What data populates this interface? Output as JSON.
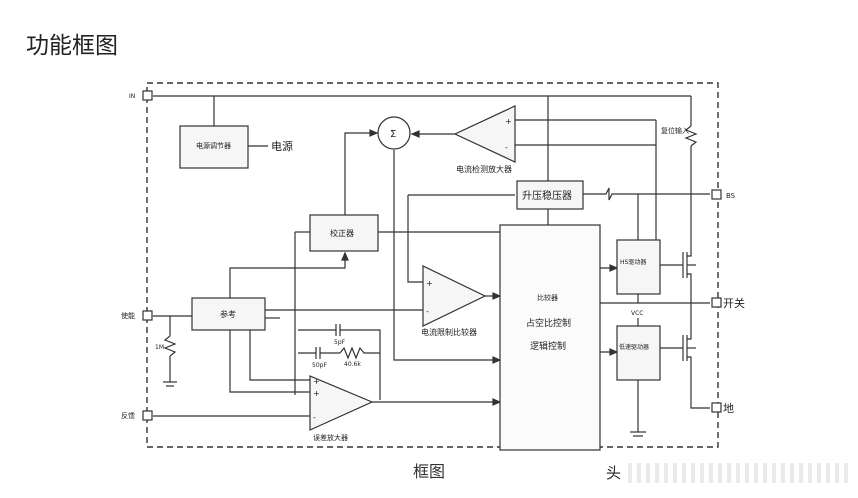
{
  "page": {
    "title": "功能框图",
    "caption": "框图",
    "watermark": "头"
  },
  "blocks": {
    "regulator": "电源调节器",
    "power": "电源",
    "current_sense_amp": "电流检测放大器",
    "reset_input": "复位输入",
    "boost_regulator": "升压稳压器",
    "corrector": "校正器",
    "reference": "参考",
    "current_limit_comparator": "电流限制比较器",
    "comparator": "比较器",
    "duty_control": "占空比控制",
    "logic_control": "逻辑控制",
    "hs_driver": "HS驱动器",
    "ls_driver": "低速驱动器",
    "vcc": "VCC",
    "error_amp": "误差放大器",
    "sum": "Σ"
  },
  "components": {
    "cap1": "5pF",
    "cap2": "50pF",
    "res1": "40.6k",
    "res2": "1M"
  },
  "pins": {
    "vin": "IN",
    "bs": "BS",
    "enable": "使能",
    "switch": "开关",
    "feedback": "反馈",
    "ground": "地"
  }
}
